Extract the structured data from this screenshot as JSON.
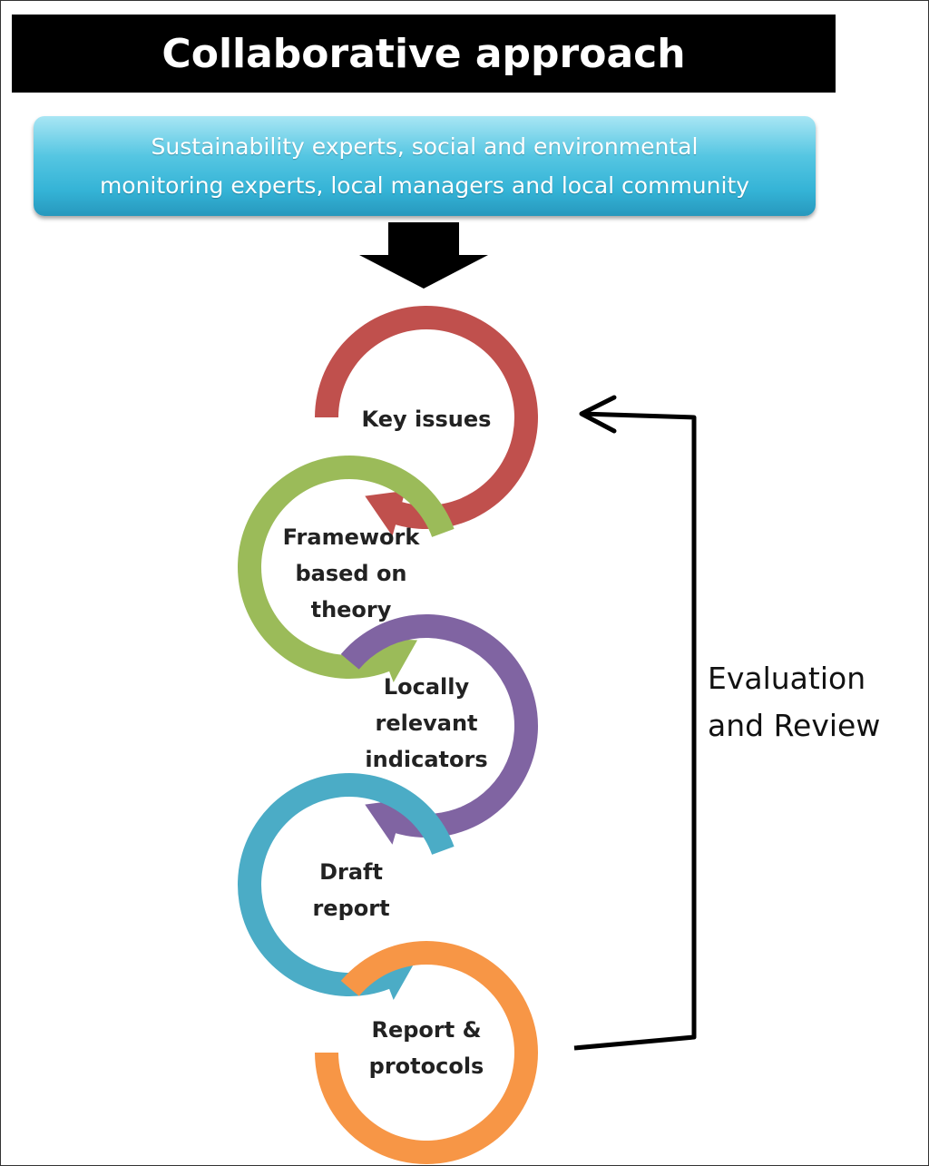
{
  "header": {
    "title": "Collaborative approach"
  },
  "participants": {
    "line1": "Sustainability experts, social and environmental",
    "line2": "monitoring experts, local managers and local community"
  },
  "steps": [
    {
      "lines": [
        "Key issues"
      ],
      "color": "#c0504d"
    },
    {
      "lines": [
        "Framework",
        "based on",
        "theory"
      ],
      "color": "#9bbb59"
    },
    {
      "lines": [
        "Locally",
        "relevant",
        "indicators"
      ],
      "color": "#8064a2"
    },
    {
      "lines": [
        "Draft",
        "report"
      ],
      "color": "#4bacc6"
    },
    {
      "lines": [
        "Report &",
        "protocols"
      ],
      "color": "#f79646"
    }
  ],
  "feedback": {
    "lines": [
      "Evaluation",
      "and Review"
    ]
  }
}
